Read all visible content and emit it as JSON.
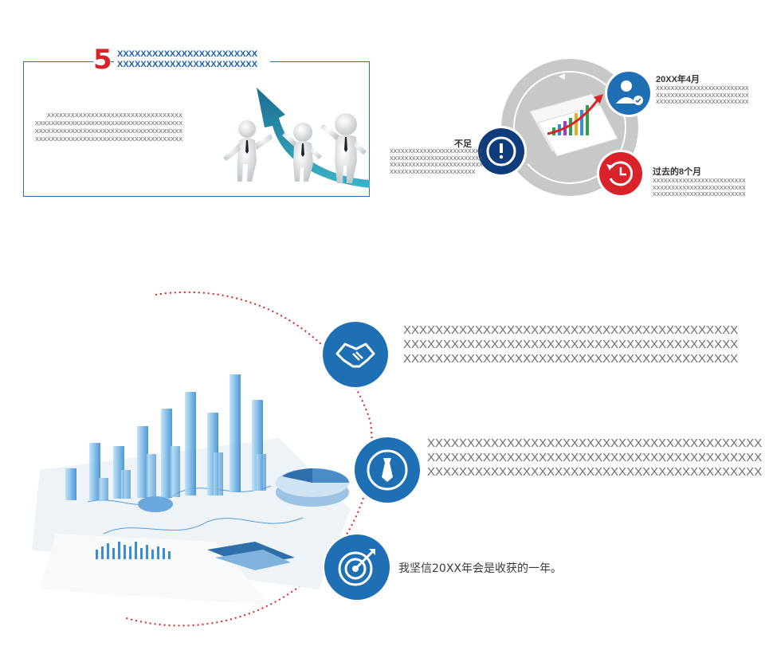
{
  "panel1": {
    "number": "5",
    "title_lines": [
      "XXXXXXXXXXXXXXXXXXXXXXXX",
      "XXXXXXXXXXXXXXXXXXXXXXXX"
    ],
    "body_lines": [
      "XXXXXXXXXXXXXXXXXXXXXXXXXXXXXXXXXX",
      "XXXXXXXXXXXXXXXXXXXXXXXXXXXXXXXXXXXXX",
      "XXXXXXXXXXXXXXXXXXXXXXXXXXXXXXXXXXXXX",
      "XXXXXXXXXXXXXXXXXXXXXXXXXXXXXXXXXXXXX"
    ],
    "colors": {
      "number": "#d9222a",
      "title": "#1f5fae",
      "frame": "#2b6fb0"
    }
  },
  "panel2": {
    "top_right": {
      "heading": "20XX年4月",
      "lines": [
        "XXXXXXXXXXXXXXXXXXXXXXXXX",
        "XXXXXXXXXXXXXXXXXXXXXXXXX",
        "XXXXXXXXXXXXXXXXXXXXXXXXX"
      ],
      "icon": "user-check-icon"
    },
    "left": {
      "heading": "不足",
      "lines": [
        "XXXXXXXXXXXXXXXXXXXXXXXXX",
        "XXXXXXXXXXXXXXXXXXXXXXXXX",
        "XXXXXXXXXXXXXXXXXXXXXXXXX",
        "XXXXXXXXXXXXXXXXXXXXXXX"
      ],
      "icon": "exclamation-icon"
    },
    "bottom_right": {
      "heading": "过去的8个月",
      "lines": [
        "XXXXXXXXXXXXXXXXXXXXXXXXX",
        "XXXXXXXXXXXXXXXXXXXXXXXXX",
        "XXXXXXXXXXXXXXXXXXXXXXXXX"
      ],
      "icon": "history-clock-icon"
    },
    "colors": {
      "blue": "#1f6fb5",
      "navy": "#0f3c7d",
      "red": "#d9222a",
      "gray": "#c8c8c8"
    }
  },
  "panel3": {
    "items": [
      {
        "icon": "handshake-icon",
        "lines": [
          "XXXXXXXXXXXXXXXXXXXXXXXXXXXXXXXXXXXXXXXXXX",
          "XXXXXXXXXXXXXXXXXXXXXXXXXXXXXXXXXXXXXXXXXX",
          "XXXXXXXXXXXXXXXXXXXXXXXXXXXXXXXXXXXXXXXXXX"
        ]
      },
      {
        "icon": "necktie-icon",
        "lines": [
          "XXXXXXXXXXXXXXXXXXXXXXXXXXXXXXXXXXXXXXXXXX",
          "XXXXXXXXXXXXXXXXXXXXXXXXXXXXXXXXXXXXXXXXXX",
          "XXXXXXXXXXXXXXXXXXXXXXXXXXXXXXXXXXXXXXXXXX"
        ]
      },
      {
        "icon": "target-arrow-icon",
        "text": "我坚信20XX年会是收获的一年。"
      }
    ],
    "colors": {
      "icon_bg": "#1f6fb5",
      "dotted_arc": "#d9222a"
    }
  }
}
